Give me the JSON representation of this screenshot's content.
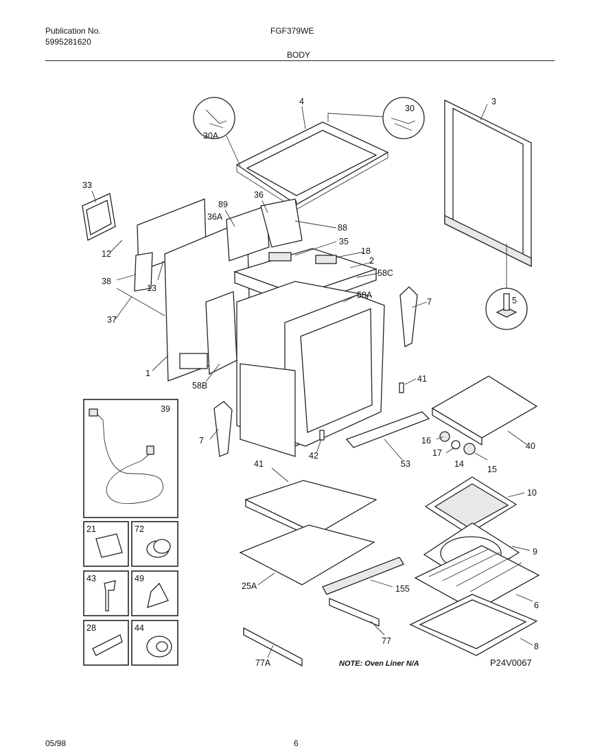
{
  "header": {
    "publication_label": "Publication No.",
    "publication_number": "5995281620",
    "model": "FGF379WE",
    "section": "BODY"
  },
  "footer": {
    "date": "05/98",
    "page": "6"
  },
  "diagram": {
    "note": "NOTE: Oven Liner N/A",
    "figure_code": "P24V0067",
    "parts": [
      "1",
      "2",
      "3",
      "4",
      "5",
      "6",
      "7",
      "7",
      "8",
      "9",
      "10",
      "12",
      "13",
      "14",
      "15",
      "16",
      "17",
      "18",
      "21",
      "25A",
      "28",
      "30",
      "30A",
      "33",
      "35",
      "36",
      "36A",
      "37",
      "38",
      "39",
      "40",
      "41",
      "41",
      "42",
      "43",
      "44",
      "49",
      "53",
      "58A",
      "58B",
      "58C",
      "72",
      "77",
      "77A",
      "88",
      "89",
      "155"
    ]
  }
}
